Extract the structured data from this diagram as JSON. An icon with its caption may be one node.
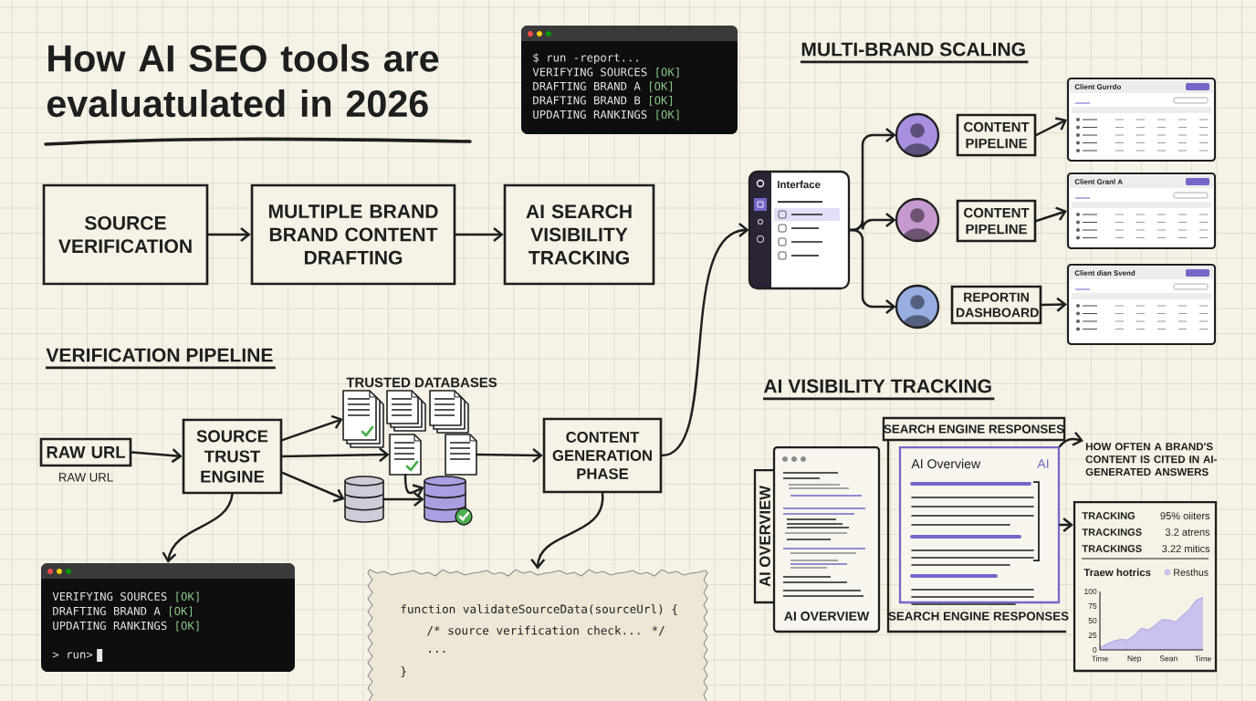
{
  "diagram": {
    "title": "How AI SEO tools are evaluatulated in 2026",
    "nodes": [
      {
        "text": [
          "SOURCE VERIFICATION"
        ]
      },
      {
        "text": [
          "MULTIPLE BRAND BRAND CONTENT DRAFTING"
        ]
      },
      {
        "text": [
          "AI SEARCH VISIBILITY TRACKING"
        ]
      },
      {
        "text": [
          "RAW URL"
        ],
        "beside": [
          "RAW URL"
        ]
      },
      {
        "text": [
          "SOURCE TRUST ENGINE"
        ]
      },
      {
        "text": [],
        "shape": "picture"
      },
      {
        "text": [],
        "shape": "picture"
      },
      {
        "text": [],
        "shape": "picture"
      },
      {
        "text": [],
        "shape": "picture"
      },
      {
        "text": [],
        "shape": "picture"
      },
      {
        "text": [],
        "shape": "cylinder"
      },
      {
        "text": [],
        "shape": "cylinder"
      },
      {
        "text": [
          "CONTENT GENERATION PHASE"
        ]
      },
      {
        "text": [
          "VERIFYING SOURCES",
          "[OK]",
          "DRAFTING BRAND A",
          "[OK]",
          "UPDATING RANKINGS",
          "[OK]",
          "> run>"
        ]
      },
      {
        "text": [
          "function validateSourceData(sourceUrl) {",
          "/* source verification check... */",
          "...",
          "}"
        ]
      },
      {
        "text": [
          "$ run -report...",
          "VERIFYING SOURCES",
          "[OK]",
          "DRAFTING BRAND A",
          "[OK]",
          "DRAFTING BRAND B",
          "[OK]",
          "UPDATING RANKINGS",
          "[OK]"
        ]
      },
      {
        "text": [
          "Interface"
        ]
      },
      {
        "text": [],
        "shape": "person"
      },
      {
        "text": [
          "CONTENT PIPELINE"
        ]
      },
      {
        "text": [
          "Client Gurrdo"
        ]
      },
      {
        "text": [],
        "shape": "person"
      },
      {
        "text": [
          "CONTENT PIPELINE"
        ]
      },
      {
        "text": [
          "Client Granl A"
        ]
      },
      {
        "text": [],
        "shape": "person"
      },
      {
        "text": [
          "REPORTIN DASHBOARD"
        ]
      },
      {
        "text": [
          "Client dian Svend"
        ]
      },
      {
        "text": [
          "AI OVERVIEW"
        ]
      },
      {
        "text": [
          "AI OVERVIEW"
        ]
      },
      {
        "text": [
          "SEARCH ENGINE RESPONSES",
          "SEARCH ENGINE RESPONSES"
        ]
      },
      {
        "text": [
          "AI Overview",
          "AI"
        ],
        "in": 28
      },
      {
        "text": [
          "HOW OFTEN A BRAND'S CONTENT IS CITED IN AI-GENERATED ANSWERS"
        ]
      },
      {
        "text": [
          "TRACKING",
          "95% oiiters",
          "TRACKINGS",
          "3.2 atrens",
          "TRACKINGS",
          "3.22 mitics"
        ]
      }
    ],
    "edges": [
      {
        "from": 0,
        "to": 1,
        "arrow": "to"
      },
      {
        "from": 1,
        "to": 2,
        "arrow": "to"
      },
      {
        "from": 3,
        "to": 4,
        "arrow": "to"
      },
      {
        "from": 4,
        "to": 5,
        "arrow": "to"
      },
      {
        "from": 4,
        "to": 7,
        "arrow": "to"
      },
      {
        "from": 4,
        "to": 10,
        "arrow": "to"
      },
      {
        "from": 7,
        "to": 11,
        "arrow": "to"
      },
      {
        "from": 10,
        "to": 11,
        "arrow": "to"
      },
      {
        "from": 9,
        "to": 12,
        "arrow": "to"
      },
      {
        "from": 4,
        "to": 13,
        "arrow": "to"
      },
      {
        "from": 12,
        "to": 14,
        "arrow": "to"
      },
      {
        "from": 12,
        "to": 16,
        "arrow": "to"
      },
      {
        "from": 16,
        "to": 17,
        "arrow": "to"
      },
      {
        "from": 16,
        "to": 20,
        "arrow": "to"
      },
      {
        "from": 16,
        "to": 23,
        "arrow": "to"
      },
      {
        "from": 18,
        "to": 19,
        "arrow": "to"
      },
      {
        "from": 21,
        "to": 22,
        "arrow": "to"
      },
      {
        "from": 24,
        "to": 25,
        "arrow": "to"
      },
      {
        "from": 29,
        "to": 30,
        "arrow": "to"
      },
      {
        "from": 29,
        "to": 31,
        "arrow": "to"
      }
    ],
    "labels": [
      "MULTI-BRAND SCALING",
      "VERIFICATION PIPELINE",
      "TRUSTED DATABASES",
      "AI VISIBILITY TRACKING"
    ],
    "chart_data": {
      "type": "area",
      "title": "Traew hotrics",
      "categories": [
        "Time",
        null,
        null,
        null,
        null,
        "Nep",
        null,
        null,
        null,
        null,
        "Sean",
        null,
        null,
        null,
        null,
        "Time"
      ],
      "series": [
        {
          "name": "Resthus",
          "color": "#c9c1ee",
          "values": [
            4,
            10,
            15,
            18,
            17,
            25,
            37,
            34,
            42,
            52,
            51,
            48,
            59,
            69,
            85,
            90
          ]
        }
      ],
      "ylim": [
        0,
        100
      ],
      "yticks": [
        0,
        25,
        50,
        75,
        100
      ]
    }
  }
}
